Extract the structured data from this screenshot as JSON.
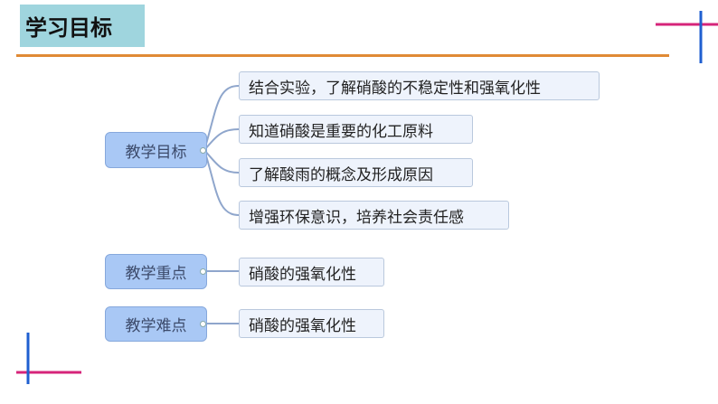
{
  "title": "学习目标",
  "mindmap": {
    "goals": {
      "label": "教学目标",
      "items": [
        "结合实验，了解硝酸的不稳定性和强氧化性",
        "知道硝酸是重要的化工原料",
        "了解酸雨的概念及形成原因",
        "增强环保意识，培养社会责任感"
      ]
    },
    "key_point": {
      "label": "教学重点",
      "item": "硝酸的强氧化性"
    },
    "difficulty": {
      "label": "教学难点",
      "item": "硝酸的强氧化性"
    }
  },
  "colors": {
    "title_bg": "#9fd5de",
    "rule": "#e08a35",
    "node": "#a9c8f5",
    "leaf": "#eef3fc",
    "cross_pink": "#d6247a",
    "cross_blue": "#1f5fd0"
  }
}
